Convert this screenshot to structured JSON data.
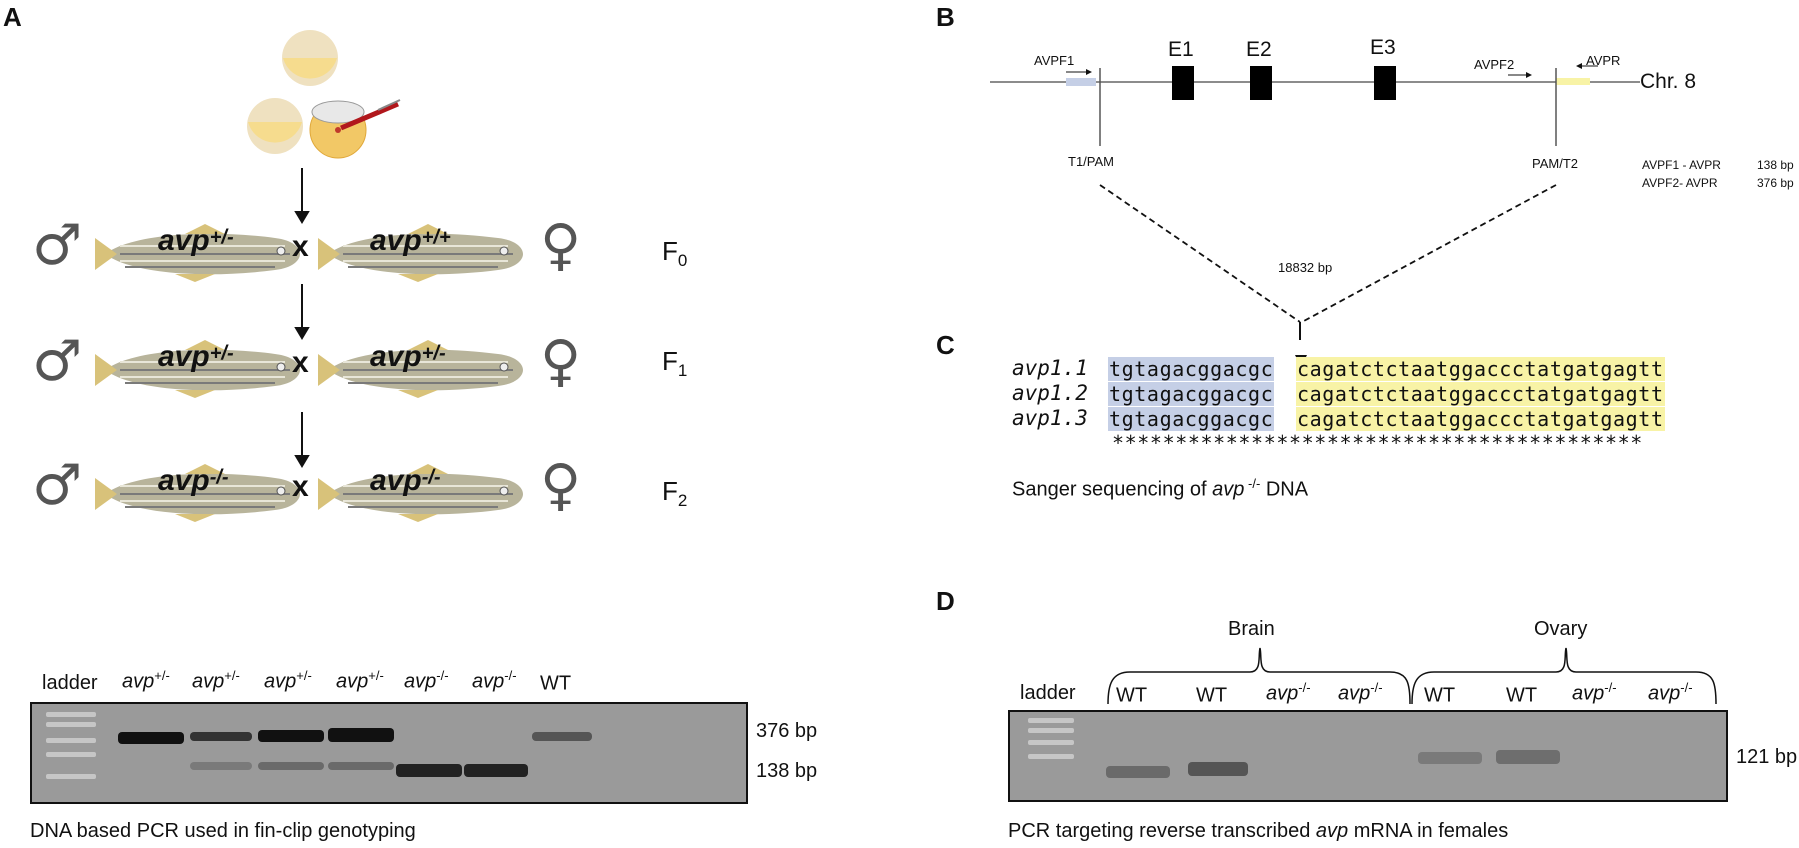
{
  "panels": [
    "A",
    "B",
    "C",
    "D"
  ],
  "panelA": {
    "generations": [
      {
        "label": "F",
        "sub": "0",
        "male_geno": "avp",
        "male_sup": "+/-",
        "female_geno": "avp",
        "female_sup": "+/+"
      },
      {
        "label": "F",
        "sub": "1",
        "male_geno": "avp",
        "male_sup": "+/-",
        "female_geno": "avp",
        "female_sup": "+/-"
      },
      {
        "label": "F",
        "sub": "2",
        "male_geno": "avp",
        "male_sup": "-/-",
        "female_geno": "avp",
        "female_sup": "-/-"
      }
    ],
    "cross_symbol": "x",
    "male_symbol": "♂",
    "female_symbol": "♀",
    "gel": {
      "ladder_label": "ladder",
      "lanes": [
        {
          "name": "avp",
          "sup": "+/-"
        },
        {
          "name": "avp",
          "sup": "+/-"
        },
        {
          "name": "avp",
          "sup": "+/-"
        },
        {
          "name": "avp",
          "sup": "+/-"
        },
        {
          "name": "avp",
          "sup": "-/-"
        },
        {
          "name": "avp",
          "sup": "-/-"
        },
        {
          "name": "WT",
          "sup": ""
        }
      ],
      "size_labels": [
        "376 bp",
        "138 bp"
      ],
      "caption": "DNA based PCR used in fin-clip genotyping"
    }
  },
  "panelB": {
    "primers": [
      "AVPF1",
      "AVPF2",
      "AVPR"
    ],
    "exons": [
      "E1",
      "E2",
      "E3"
    ],
    "chromosome": "Chr. 8",
    "targets": [
      "T1/PAM",
      "PAM/T2"
    ],
    "products": [
      {
        "pair": "AVPF1 - AVPR",
        "size": "138 bp"
      },
      {
        "pair": "AVPF2-  AVPR",
        "size": "376 bp"
      }
    ],
    "deletion": "18832 bp"
  },
  "panelC": {
    "sequences": [
      {
        "name": "avp1.1",
        "left": "tgtagacggacgc",
        "right": "cagatctctaatggaccctatgatgagtt"
      },
      {
        "name": "avp1.2",
        "left": "tgtagacggacgc",
        "right": "cagatctctaatggaccctatgatgagtt"
      },
      {
        "name": "avp1.3",
        "left": "tgtagacggacgc",
        "right": "cagatctctaatggaccctatgatgagtt"
      }
    ],
    "consensus": "******************************************",
    "caption_pre": "Sanger sequencing of ",
    "caption_gene": "avp",
    "caption_sup": " -/-",
    "caption_post": " DNA"
  },
  "panelD": {
    "groups": [
      "Brain",
      "Ovary"
    ],
    "ladder_label": "ladder",
    "lanes": [
      {
        "name": "WT",
        "sup": ""
      },
      {
        "name": "WT",
        "sup": ""
      },
      {
        "name": "avp",
        "sup": "-/-"
      },
      {
        "name": "avp",
        "sup": "-/-"
      },
      {
        "name": "WT",
        "sup": ""
      },
      {
        "name": "WT",
        "sup": ""
      },
      {
        "name": "avp",
        "sup": "-/-"
      },
      {
        "name": "avp",
        "sup": "-/-"
      }
    ],
    "size_label": "121 bp",
    "caption_pre": "PCR targeting reverse transcribed ",
    "caption_gene": "avp",
    "caption_post": " mRNA in females"
  },
  "colors": {
    "target_left": "#c5cfe6",
    "target_right": "#f8f3a6",
    "gel_bg": "#9a9a9a",
    "band": "#1a1a1a",
    "fish_body": "#b8b49b"
  }
}
